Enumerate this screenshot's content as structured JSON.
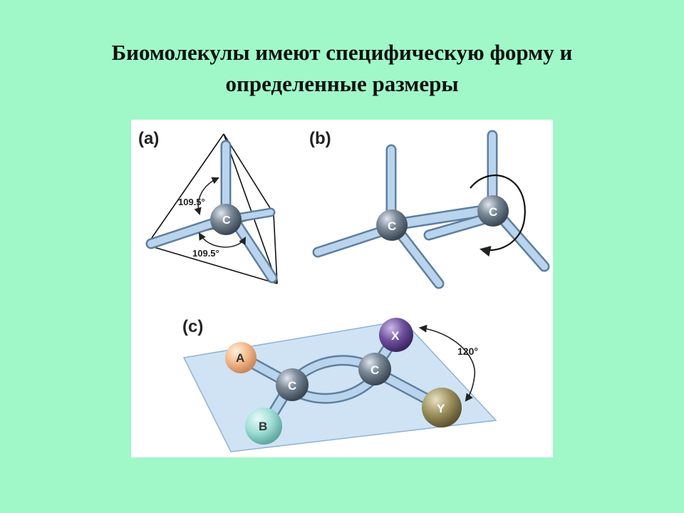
{
  "slide": {
    "title_line1": "Биомолекулы имеют специфическую форму и",
    "title_line2": "определенные размеры"
  },
  "figure": {
    "panel_a": {
      "label": "(a)",
      "atom": "C",
      "angle_top": "109.5°",
      "angle_bottom": "109.5°"
    },
    "panel_b": {
      "label": "(b)",
      "atom_left": "C",
      "atom_right": "C"
    },
    "panel_c": {
      "label": "(c)",
      "atom_left": "C",
      "atom_right": "C",
      "sub_a": "A",
      "sub_b": "B",
      "sub_x": "X",
      "sub_y": "Y",
      "angle": "120°"
    }
  },
  "colors": {
    "background": "#a0f8c8",
    "figure_bg": "#ffffff",
    "carbon": "#6f7d8a",
    "bond": "#a9c9e6",
    "plane": "#cfe3f5",
    "atom_a": "#f2b98a",
    "atom_b": "#9fded6",
    "atom_x": "#6e4f9c",
    "atom_y": "#9b8f5c"
  }
}
